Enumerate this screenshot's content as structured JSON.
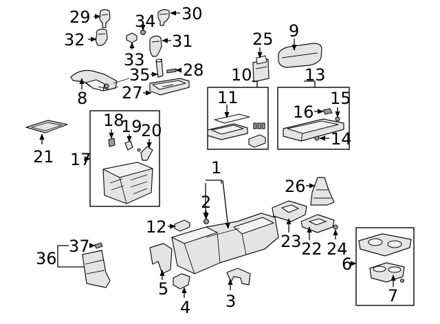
{
  "callouts": {
    "c1": "1",
    "c2": "2",
    "c3": "3",
    "c4": "4",
    "c5": "5",
    "c6": "6",
    "c7": "7",
    "c8": "8",
    "c9": "9",
    "c10": "10",
    "c11": "11",
    "c12": "12",
    "c13": "13",
    "c14": "14",
    "c15": "15",
    "c16": "16",
    "c17": "17",
    "c18": "18",
    "c19": "19",
    "c20": "20",
    "c21": "21",
    "c22": "22",
    "c23": "23",
    "c24": "24",
    "c25": "25",
    "c26": "26",
    "c27": "27",
    "c28": "28",
    "c29": "29",
    "c30": "30",
    "c31": "31",
    "c32": "32",
    "c33": "33",
    "c34": "34",
    "c35": "35",
    "c36": "36",
    "c37": "37"
  }
}
